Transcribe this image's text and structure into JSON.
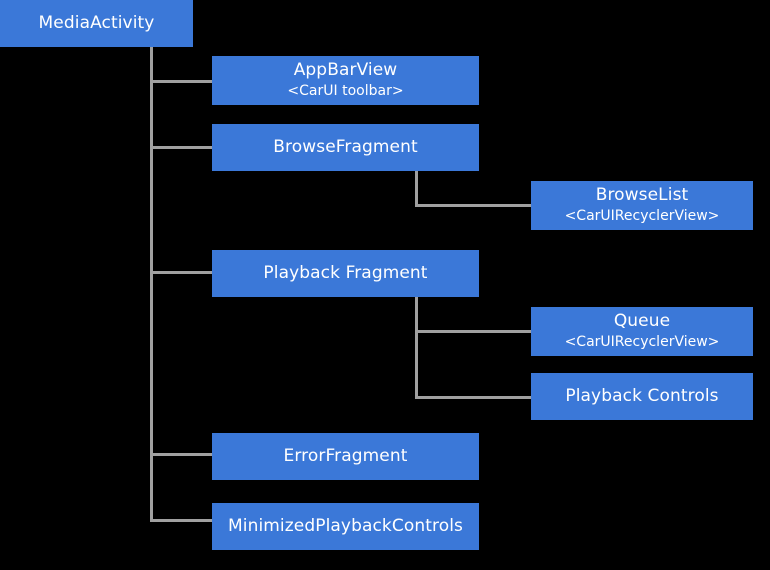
{
  "diagram": {
    "type": "tree",
    "background_color": "#000000",
    "node_color": "#3b78d8",
    "node_text_color": "#ffffff",
    "connector_color": "#a0a0a0",
    "root": {
      "id": "media-activity",
      "title": "MediaActivity",
      "subtitle": ""
    },
    "nodes": [
      {
        "id": "media-activity",
        "title": "MediaActivity",
        "subtitle": "",
        "level": 0
      },
      {
        "id": "app-bar-view",
        "title": "AppBarView",
        "subtitle": "<CarUI toolbar>",
        "level": 1
      },
      {
        "id": "browse-fragment",
        "title": "BrowseFragment",
        "subtitle": "",
        "level": 1
      },
      {
        "id": "browse-list",
        "title": "BrowseList",
        "subtitle": "<CarUIRecyclerView>",
        "level": 2
      },
      {
        "id": "playback-fragment",
        "title": "Playback Fragment",
        "subtitle": "",
        "level": 1
      },
      {
        "id": "queue",
        "title": "Queue",
        "subtitle": "<CarUIRecyclerView>",
        "level": 2
      },
      {
        "id": "playback-controls",
        "title": "Playback Controls",
        "subtitle": "",
        "level": 2
      },
      {
        "id": "error-fragment",
        "title": "ErrorFragment",
        "subtitle": "",
        "level": 1
      },
      {
        "id": "minimized-playback-controls",
        "title": "MinimizedPlaybackControls",
        "subtitle": "",
        "level": 1
      }
    ],
    "edges": [
      {
        "from": "media-activity",
        "to": "app-bar-view"
      },
      {
        "from": "media-activity",
        "to": "browse-fragment"
      },
      {
        "from": "media-activity",
        "to": "playback-fragment"
      },
      {
        "from": "media-activity",
        "to": "error-fragment"
      },
      {
        "from": "media-activity",
        "to": "minimized-playback-controls"
      },
      {
        "from": "browse-fragment",
        "to": "browse-list"
      },
      {
        "from": "playback-fragment",
        "to": "queue"
      },
      {
        "from": "playback-fragment",
        "to": "playback-controls"
      }
    ]
  }
}
